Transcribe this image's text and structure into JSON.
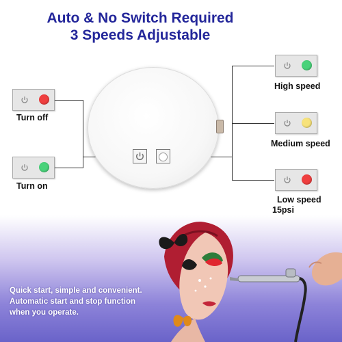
{
  "title": {
    "line1": "Auto & No Switch Required",
    "line2": "3 Speeds Adjustable"
  },
  "left_panels": [
    {
      "label": "Turn off",
      "indicator_color": "#ef3f3f"
    },
    {
      "label": "Turn on",
      "indicator_color": "#49d27a"
    }
  ],
  "right_panels": [
    {
      "label": "High speed",
      "indicator_color": "#49d27a"
    },
    {
      "label": "Medium speed",
      "indicator_color": "#f7e27a"
    },
    {
      "label_line1": "Low speed",
      "label_line2": "15psi",
      "indicator_color": "#ef3f3f"
    }
  ],
  "tagline": {
    "line1": "Quick start, simple and convenient.",
    "line2": "Automatic start and stop function",
    "line3": "when you operate."
  },
  "colors": {
    "title": "#23269a",
    "bottom_gradient_end": "#6a63c9"
  },
  "icons": [
    "power-icon",
    "indicator-led-icon"
  ]
}
